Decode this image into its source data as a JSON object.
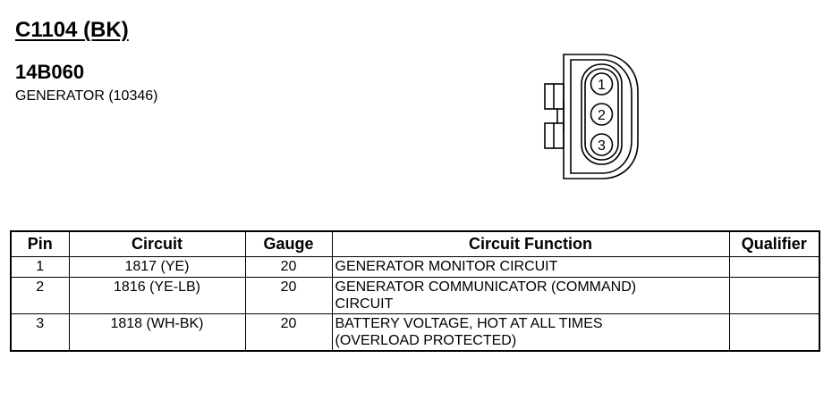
{
  "header": {
    "connector_id": "C1104 (BK)",
    "part_number": "14B060",
    "component": "GENERATOR (10346)"
  },
  "connector": {
    "pin_labels": [
      "1",
      "2",
      "3"
    ]
  },
  "table": {
    "headers": {
      "pin": "Pin",
      "circuit": "Circuit",
      "gauge": "Gauge",
      "function": "Circuit Function",
      "qualifier": "Qualifier"
    },
    "rows": [
      {
        "pin": "1",
        "circuit": "1817 (YE)",
        "gauge": "20",
        "function_lines": [
          "GENERATOR MONITOR CIRCUIT"
        ],
        "qualifier": ""
      },
      {
        "pin": "2",
        "circuit": "1816 (YE-LB)",
        "gauge": "20",
        "function_lines": [
          "GENERATOR COMMUNICATOR (COMMAND)",
          "CIRCUIT"
        ],
        "qualifier": ""
      },
      {
        "pin": "3",
        "circuit": "1818 (WH-BK)",
        "gauge": "20",
        "function_lines": [
          "BATTERY VOLTAGE, HOT AT ALL TIMES",
          "(OVERLOAD PROTECTED)"
        ],
        "qualifier": ""
      }
    ]
  }
}
